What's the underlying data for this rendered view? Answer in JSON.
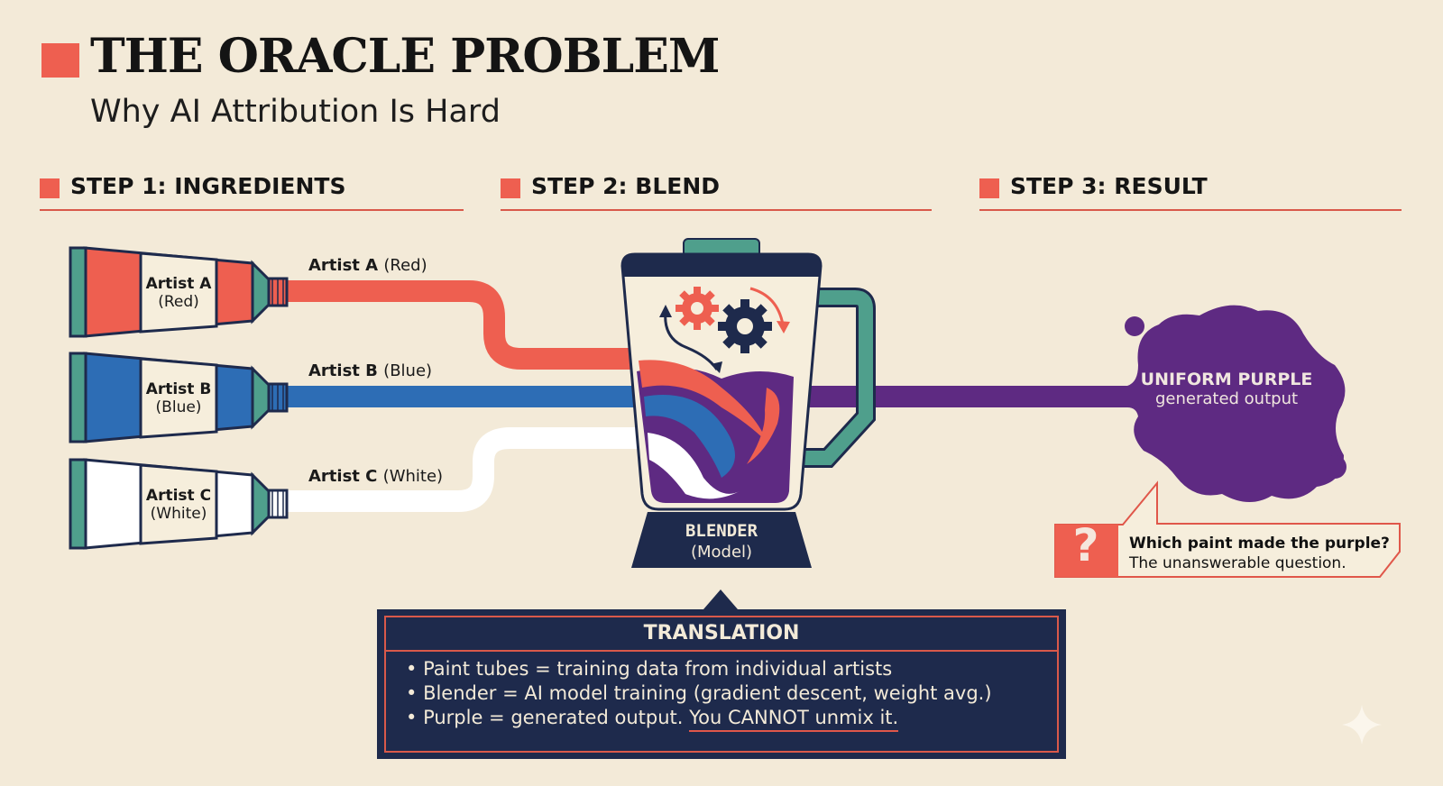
{
  "header": {
    "title": "THE ORACLE PROBLEM",
    "subtitle": "Why AI Attribution Is Hard"
  },
  "steps": [
    {
      "label": "STEP 1: INGREDIENTS"
    },
    {
      "label": "STEP 2: BLEND"
    },
    {
      "label": "STEP 3: RESULT"
    }
  ],
  "tubes": [
    {
      "name": "Artist A",
      "color_name": "(Red)",
      "stream_name": "Artist A",
      "stream_color": "(Red)",
      "color": "#ee5f50"
    },
    {
      "name": "Artist B",
      "color_name": "(Blue)",
      "stream_name": "Artist B",
      "stream_color": "(Blue)",
      "color": "#2d6db5"
    },
    {
      "name": "Artist C",
      "color_name": "(White)",
      "stream_name": "Artist C",
      "stream_color": "(White)",
      "color": "#ffffff"
    }
  ],
  "blender": {
    "label": "BLENDER",
    "sublabel": "(Model)"
  },
  "result": {
    "label": "UNIFORM PURPLE",
    "sublabel": "generated output",
    "color": "#5e2a82"
  },
  "question": {
    "icon": "?",
    "line1": "Which paint made the purple?",
    "line2": "The unanswerable question."
  },
  "translation": {
    "title": "TRANSLATION",
    "items": [
      "Paint tubes = training data from individual artists",
      "Blender = AI model training (gradient descent, weight avg.)"
    ],
    "item3_prefix": "Purple = generated output. ",
    "item3_emphasis": "You CANNOT unmix it."
  },
  "colors": {
    "background": "#f3ead8",
    "accent_red": "#ee5f50",
    "navy": "#1e2a4c",
    "teal": "#4f9f8c",
    "blue": "#2d6db5",
    "purple": "#5e2a82"
  }
}
